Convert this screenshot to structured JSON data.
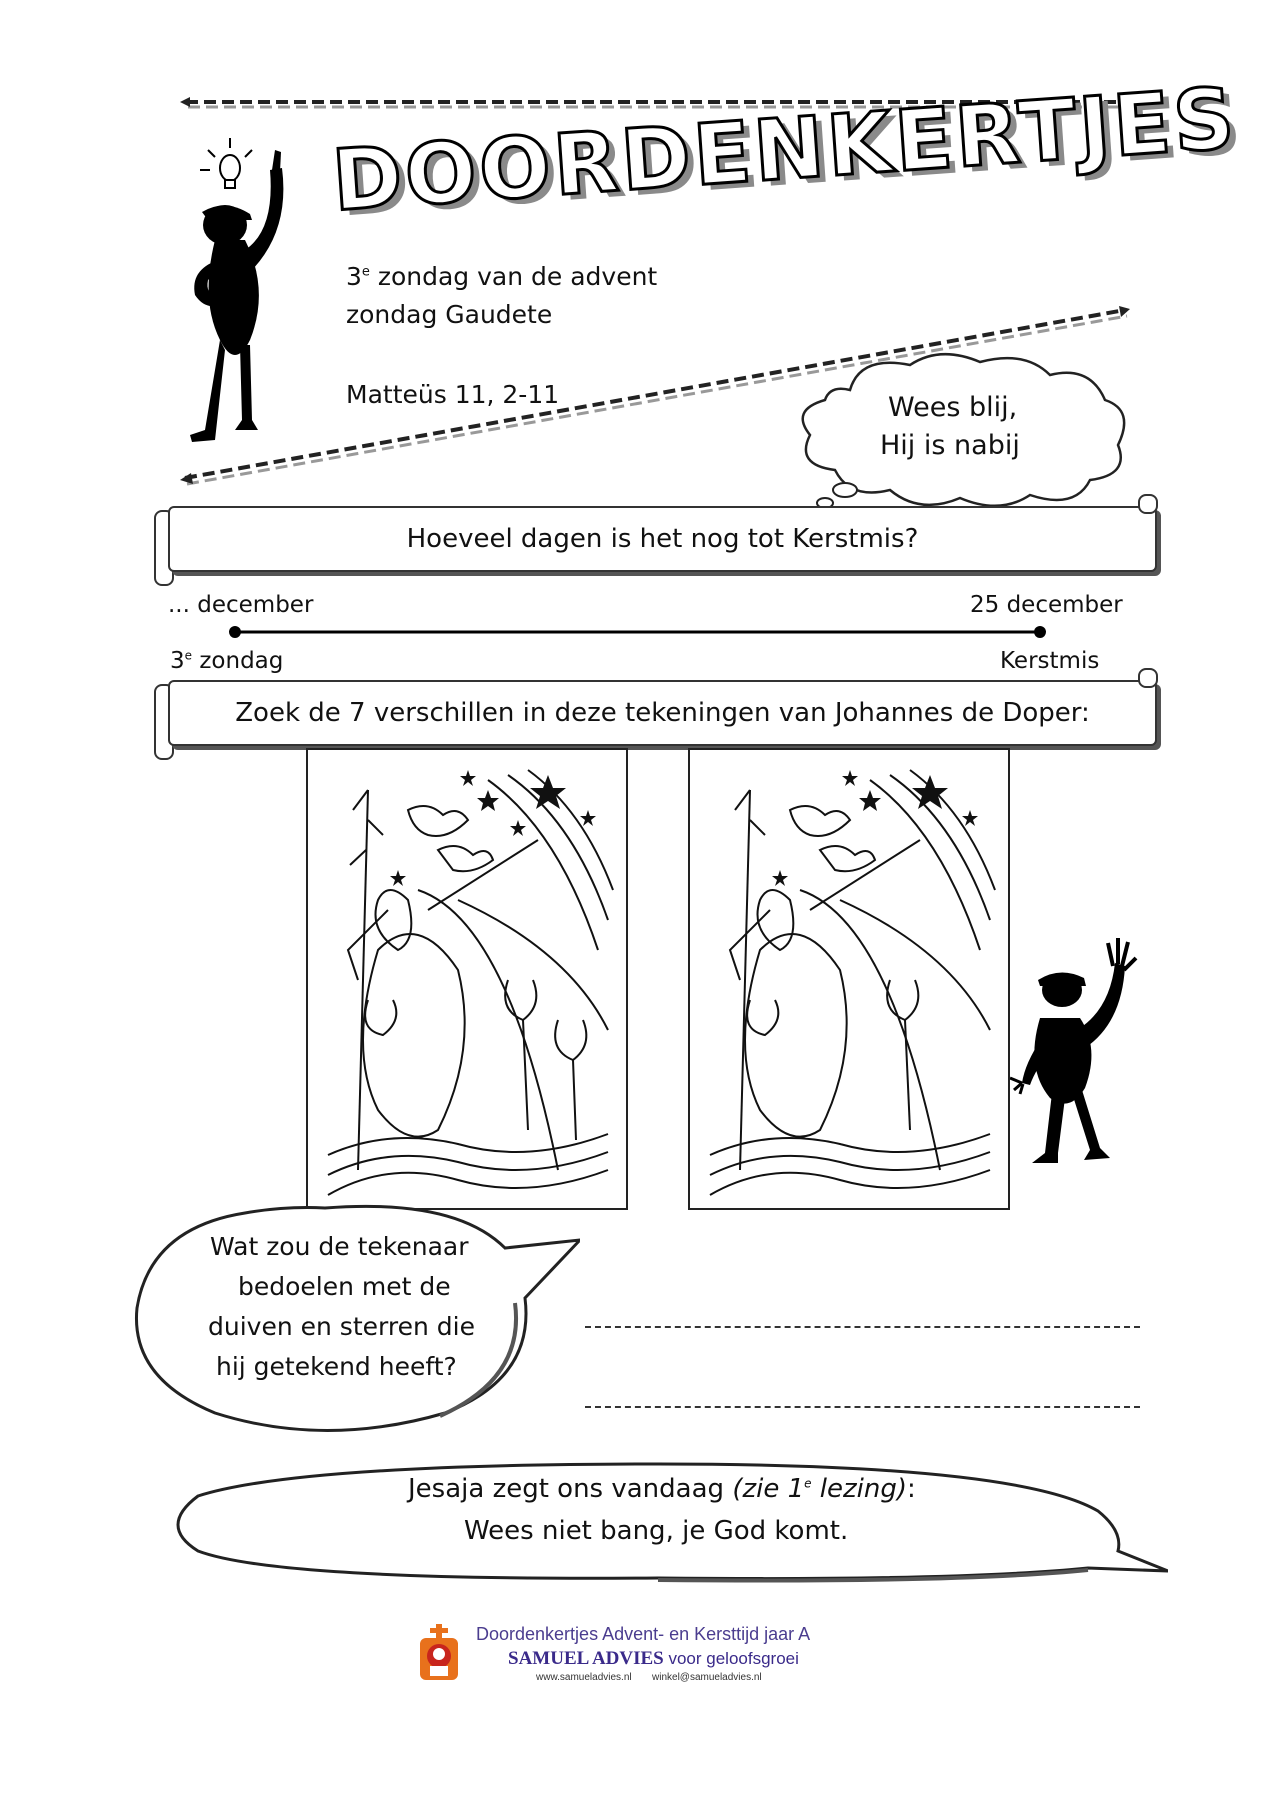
{
  "header": {
    "title": "DOORDENKERTJES",
    "subtitle_num": "3",
    "subtitle_sup": "e",
    "subtitle_rest": " zondag van de advent",
    "line2": "zondag Gaudete",
    "reading": "Matteüs 11, 2-11"
  },
  "thought_cloud": {
    "line1": "Wees blij,",
    "line2": "Hij is nabij"
  },
  "question_scroll": {
    "text": "Hoeveel dagen is het nog tot Kerstmis?"
  },
  "timeline": {
    "left_top": "... december",
    "right_top": "25 december",
    "left_bottom_num": "3",
    "left_bottom_sup": "e",
    "left_bottom_rest": " zondag",
    "right_bottom": "Kerstmis"
  },
  "differences_scroll": {
    "text": "Zoek de 7 verschillen in deze tekeningen van Johannes de Doper:"
  },
  "speech_bubble": {
    "line1": "Wat zou de tekenaar",
    "line2": "bedoelen met de",
    "line3": "duiven en sterren die",
    "line4": "hij getekend heeft?"
  },
  "bottom_bubble": {
    "line1_prefix": "Jesaja zegt ons vandaag ",
    "line1_italic_pre": "(zie 1",
    "line1_italic_sup": "e",
    "line1_italic_post": " lezing)",
    "line1_suffix": ":",
    "line2": "Wees niet bang, je God komt."
  },
  "footer": {
    "line1": "Doordenkertjes Advent- en Kersttijd jaar A",
    "brand": "SAMUEL ADVIES",
    "brand_suffix": " voor geloofsgroei",
    "website": "www.samueladvies.nl",
    "email": "winkel@samueladvies.nl"
  },
  "colors": {
    "footer_text": "#4b3d8f",
    "logo_orange": "#e8711c",
    "logo_red": "#c8251d"
  },
  "icons": [
    "lightbulb-icon",
    "thinking-figure",
    "waving-figure",
    "samuel-advies-logo"
  ]
}
